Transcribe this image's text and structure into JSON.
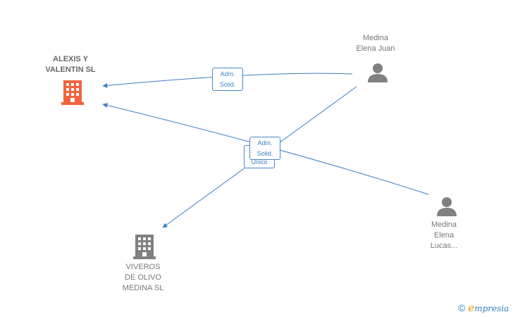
{
  "nodes": {
    "alexis": {
      "lines": [
        "ALEXIS Y",
        "VALENTIN  SL"
      ],
      "color": "#f0643c"
    },
    "viveros": {
      "lines": [
        "VIVEROS",
        "DE OLIVO",
        "MEDINA SL"
      ],
      "color": "#808080"
    },
    "medina_juan": {
      "lines": [
        "Medina",
        "Elena Juan"
      ],
      "color": "#808080"
    },
    "medina_lucas": {
      "lines": [
        "Medina",
        "Elena",
        "Lucas..."
      ],
      "color": "#808080"
    }
  },
  "relations": {
    "juan_alexis": [
      "Adm.",
      "Solid."
    ],
    "lucas_alexis": [
      "Adm.",
      "Solid."
    ],
    "juan_viveros_hidden": "Unico"
  },
  "edge_color": "#3f7fc4",
  "brand": {
    "copyright": "©",
    "first_letter": "e",
    "rest": "mpresia"
  }
}
